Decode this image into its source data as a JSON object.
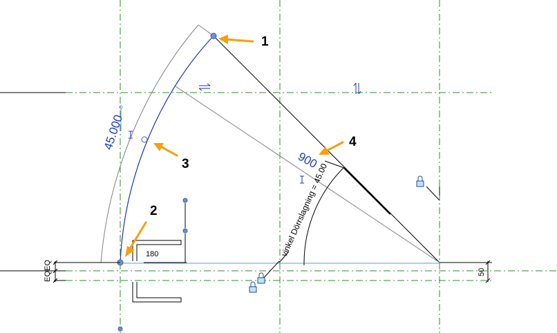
{
  "callouts": {
    "c1": "1",
    "c2": "2",
    "c3": "3",
    "c4": "4"
  },
  "dimensions": {
    "arc_length": "45.000",
    "angle_value": "900",
    "angle_label": "vinkel Dörrslagning = 45.00",
    "width_small": "180",
    "height_right": "50",
    "eq_top": "EQ",
    "eq_bottom": "EQ"
  },
  "colors": {
    "guide": "#2e8b2e",
    "arc": "#1a2fcc",
    "grip": "#6f8fd6",
    "arrow": "#f5a00f",
    "line": "#000000",
    "ref": "#808080",
    "dim_text": "#1f3fbf"
  },
  "icons": [
    "lock-icon",
    "flip-horizontal-icon",
    "flip-vertical-icon",
    "dimension-toggle-icon"
  ]
}
